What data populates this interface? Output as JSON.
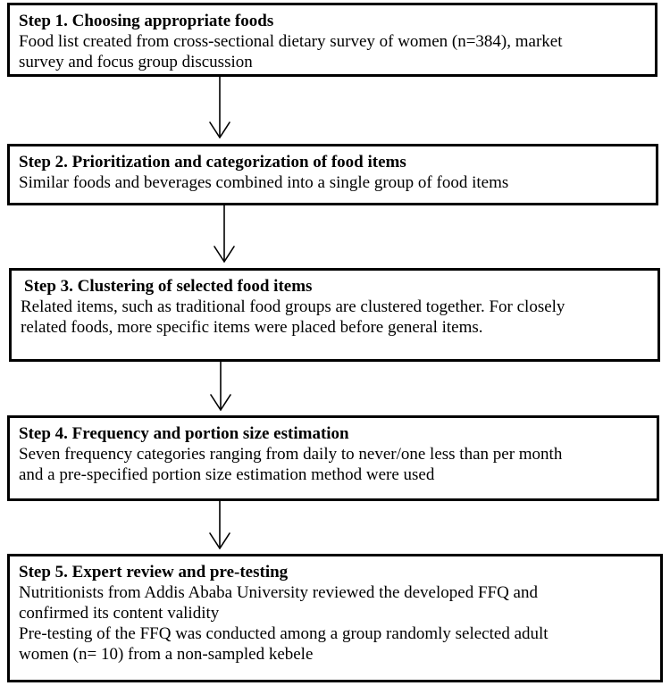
{
  "steps": [
    {
      "title": "Step 1. Choosing appropriate foods",
      "lines": [
        "Food list created from cross-sectional dietary survey of women (n=384), market",
        "survey and focus group discussion"
      ]
    },
    {
      "title": "Step 2. Prioritization and categorization of food items",
      "lines": [
        "Similar foods and beverages combined into a single group of food items"
      ]
    },
    {
      "title": "Step 3. Clustering of selected food items",
      "lines": [
        "Related items, such as traditional food groups are clustered together. For closely",
        "related foods, more specific items were placed before general items."
      ]
    },
    {
      "title": "Step 4. Frequency and portion size estimation",
      "lines": [
        "Seven frequency categories ranging from daily to never/one less than per month",
        "and a  pre-specified portion size estimation method were used"
      ]
    },
    {
      "title": "Step 5. Expert review and pre-testing",
      "lines": [
        "Nutritionists from Addis Ababa University reviewed the developed FFQ and",
        "confirmed its content validity",
        "Pre-testing of the FFQ was conducted among a group randomly selected adult",
        "women (n= 10) from a non-sampled kebele"
      ]
    }
  ]
}
